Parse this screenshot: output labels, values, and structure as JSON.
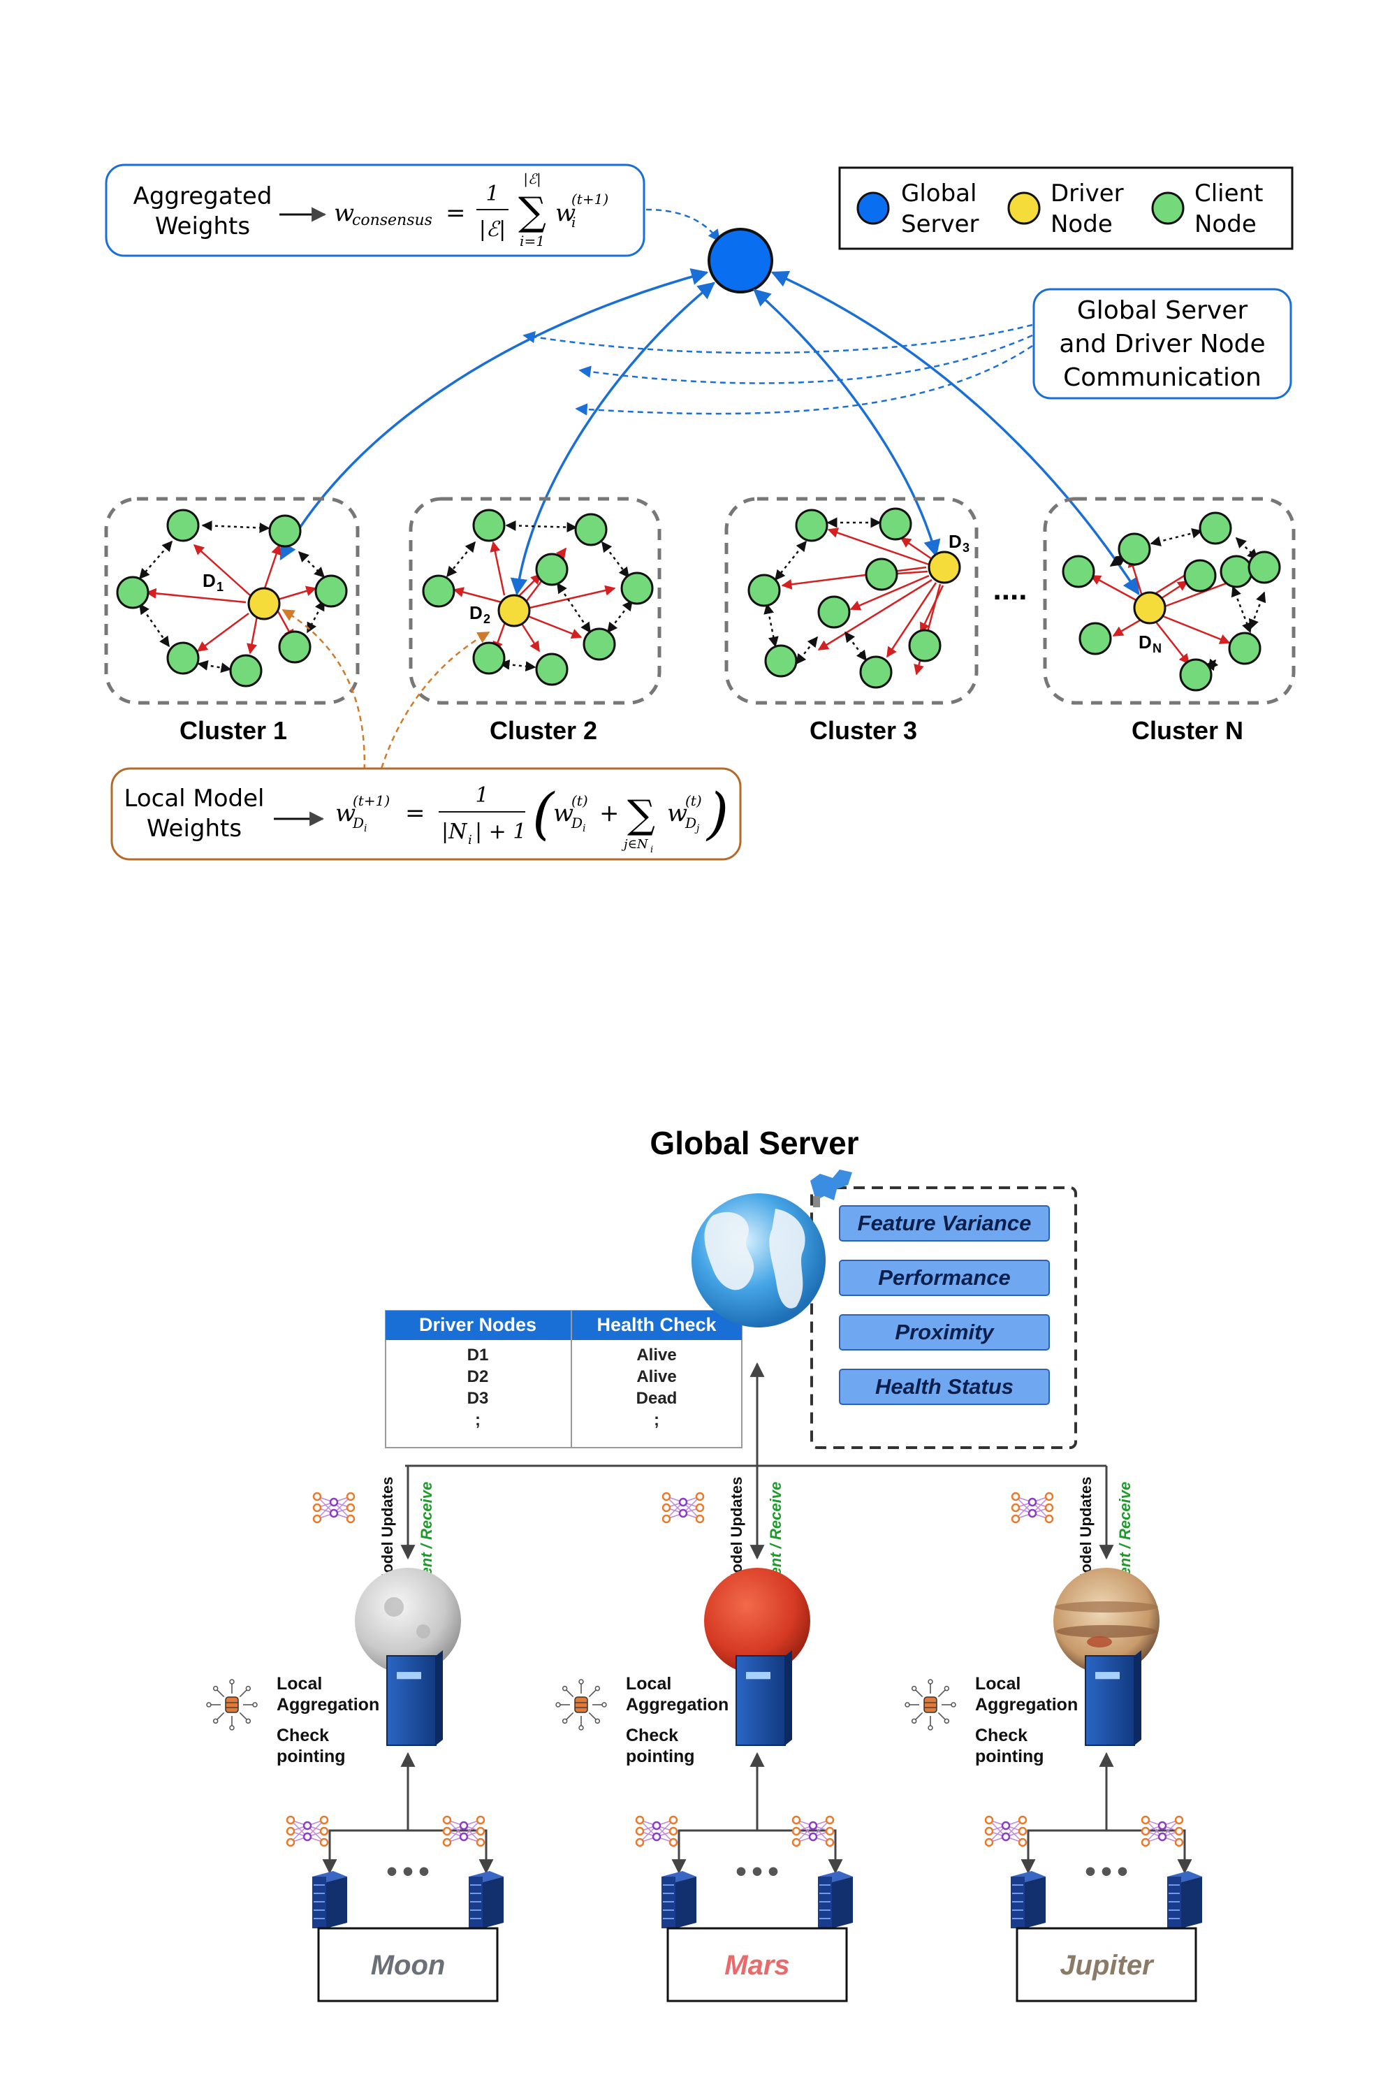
{
  "top": {
    "aggregated": {
      "label_line1": "Aggregated",
      "label_line2": "Weights",
      "formula_lhs": "w",
      "formula_lhs_sub": "consensus",
      "formula_equals": "=",
      "frac_num": "1",
      "frac_den": "|ℰ|",
      "sum_upper": "|ℰ|",
      "sum_symbol": "∑",
      "sum_lower": "i=1",
      "term": "w",
      "term_sub": "i",
      "term_sup": "(t+1)"
    },
    "legend": {
      "global_line1": "Global",
      "global_line2": "Server",
      "driver_line1": "Driver",
      "driver_line2": "Node",
      "client_line1": "Client",
      "client_line2": "Node",
      "colors": {
        "global": "#0a6ef0",
        "driver": "#f5dc3a",
        "client": "#74d97a"
      }
    },
    "communication": {
      "line1": "Global Server",
      "line2": "and Driver Node",
      "line3": "Communication"
    },
    "clusters": [
      {
        "label": "Cluster 1",
        "driver": "D",
        "driver_sub": "1"
      },
      {
        "label": "Cluster 2",
        "driver": "D",
        "driver_sub": "2"
      },
      {
        "label": "Cluster 3",
        "driver": "D",
        "driver_sub": "3"
      },
      {
        "label": "Cluster N",
        "driver": "D",
        "driver_sub": "N"
      }
    ],
    "ellipsis": "....",
    "local": {
      "label_line1": "Local Model",
      "label_line2": "Weights",
      "lhs": "w",
      "lhs_sup": "(t+1)",
      "lhs_sub": "D",
      "lhs_subsub": "i",
      "equals": "=",
      "frac_num": "1",
      "frac_den": "|N",
      "frac_den_sub": "i",
      "frac_den_tail": "| + 1",
      "open_paren": "(",
      "close_paren": ")",
      "t1": "w",
      "t1_sup": "(t)",
      "t1_sub": "D",
      "t1_subsub": "i",
      "plus": "+",
      "sum_symbol": "∑",
      "sum_lower": "j∈N",
      "sum_lower_sub": "i",
      "t2": "w",
      "t2_sup": "(t)",
      "t2_sub": "D",
      "t2_subsub": "j"
    }
  },
  "bottom": {
    "title": "Global Server",
    "criteria": [
      "Feature Variance",
      "Performance",
      "Proximity",
      "Health Status"
    ],
    "table": {
      "headers": [
        "Driver Nodes",
        "Health Check"
      ],
      "rows": [
        [
          "D1",
          "Alive"
        ],
        [
          "D2",
          "Alive"
        ],
        [
          "D3",
          "Dead"
        ],
        [
          ";",
          ";"
        ]
      ]
    },
    "clusters": [
      {
        "name": "Moon",
        "name_color": "#6b6f78",
        "updates": "Model Updates",
        "sent": "Sent / Receive",
        "local1": "Local",
        "local2": "Aggregation",
        "check1": "Check",
        "check2": "pointing",
        "dots": "•••"
      },
      {
        "name": "Mars",
        "name_color": "#e86a6a",
        "updates": "Model Updates",
        "sent": "Sent / Receive",
        "local1": "Local",
        "local2": "Aggregation",
        "check1": "Check",
        "check2": "pointing",
        "dots": "•••"
      },
      {
        "name": "Jupiter",
        "name_color": "#8a7a66",
        "updates": "Model Updates",
        "sent": "Sent / Receive",
        "local1": "Local",
        "local2": "Aggregation",
        "check1": "Check",
        "check2": "pointing",
        "dots": "•••"
      }
    ]
  }
}
